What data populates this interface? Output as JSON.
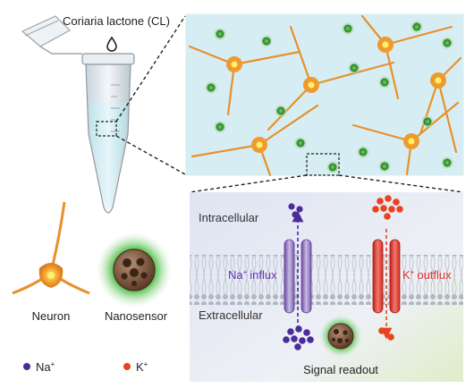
{
  "labels": {
    "cl": "Coriaria lactone (CL)",
    "neuron": "Neuron",
    "nanosensor": "Nanosensor",
    "na_legend": "Na",
    "k_legend": "K",
    "intracellular": "Intracellular",
    "extracellular": "Extracellular",
    "na_influx": "Na",
    "na_influx_suffix": "influx",
    "k_outflux": "K",
    "k_outflux_suffix": "outflux",
    "signal_readout": "Signal readout",
    "plus": "+"
  },
  "colors": {
    "neuron": "#e8902c",
    "neuron_core": "#ffe35a",
    "sensor_glow": "#3fb03a",
    "sodium": "#4b2a9a",
    "potassium": "#e8421f",
    "na_text": "#6a2fb5",
    "k_text": "#e0302a",
    "culture_bg": "#d9eff4",
    "membrane_bg": "#e3e8f3"
  }
}
